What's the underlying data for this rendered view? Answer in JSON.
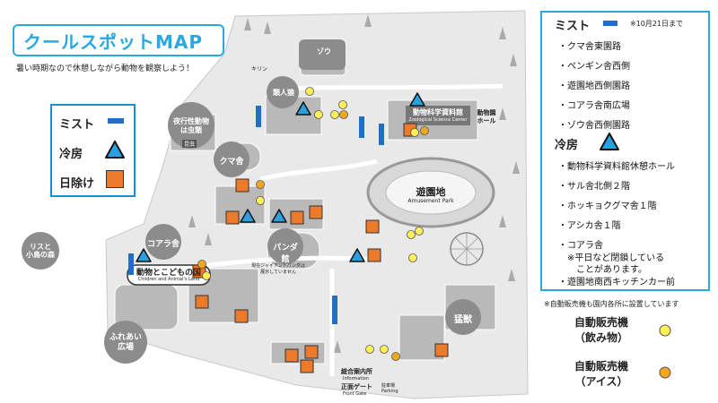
{
  "header": {
    "title": "クールスポットMAP",
    "subtitle": "暑い時期なので休憩しながら動物を観察しよう！"
  },
  "legend_left": {
    "mist": "ミスト",
    "aircon": "冷房",
    "shade": "日除け"
  },
  "legend_right": {
    "mist_heading": "ミスト",
    "mist_note": "※10月21日まで",
    "mist_items": [
      "・クマ舎東園路",
      "・ペンギン舎西側",
      "・遊園地西側園路",
      "・コアラ舎南広場",
      "・ゾウ舎西側園路"
    ],
    "aircon_heading": "冷房",
    "aircon_items": [
      "・動物科学資料館休憩ホール",
      "・サル舎北側２階",
      "・ホッキョクグマ舎１階",
      "・アシカ舎１階",
      "・コアラ舎",
      "　※平日など閉鎖している",
      "　　ことがあります。",
      "・遊園地南西キッチンカー前"
    ]
  },
  "footnote": "※自動販売機も園内各所に設置しています",
  "vending": {
    "drinks_line1": "自動販売機",
    "drinks_line2": "（飲み物）",
    "ice_line1": "自動販売機",
    "ice_line2": "（アイス）"
  },
  "map_labels": {
    "noctarium": "夜行性動物\nは虫類",
    "noctarium_sub": "昆虫",
    "kuma": "クマ舎",
    "koala": "コアラ舎",
    "risu": "リスと\n小鳥の森",
    "children_land": "動物とこどもの国",
    "children_land_en": "Children and Animal's Land",
    "panda": "パンダ館",
    "panda_note": "現在ジャイアントパンダは\n展示していません",
    "primates": "類人猿",
    "science": "動物科学資料館",
    "science_en": "Zoological Science Center",
    "amusement": "遊園地",
    "amusement_en": "Amusement Park",
    "fureai": "ふれあい\n広場",
    "moju": "猛獣",
    "gate": "総合案内所",
    "gate_en": "Information",
    "front_gate": "正面ゲート",
    "front_gate_en": "Front Gate",
    "parking": "駐車場\nParking",
    "animal_hall": "動物園\nホール",
    "zou": "ゾウ",
    "kirin": "キリン"
  },
  "colors": {
    "title_blue": "#29a9e0",
    "mist_blue": "#1f6fc4",
    "aircon_fill": "#2aa0df",
    "shade_orange": "#ec7a2b",
    "drink_yellow": "#fff05a",
    "ice_yellow": "#f2a81e"
  },
  "icons": [
    "mist-icon",
    "aircon-icon",
    "shade-icon",
    "drink-vending-icon",
    "ice-vending-icon"
  ]
}
